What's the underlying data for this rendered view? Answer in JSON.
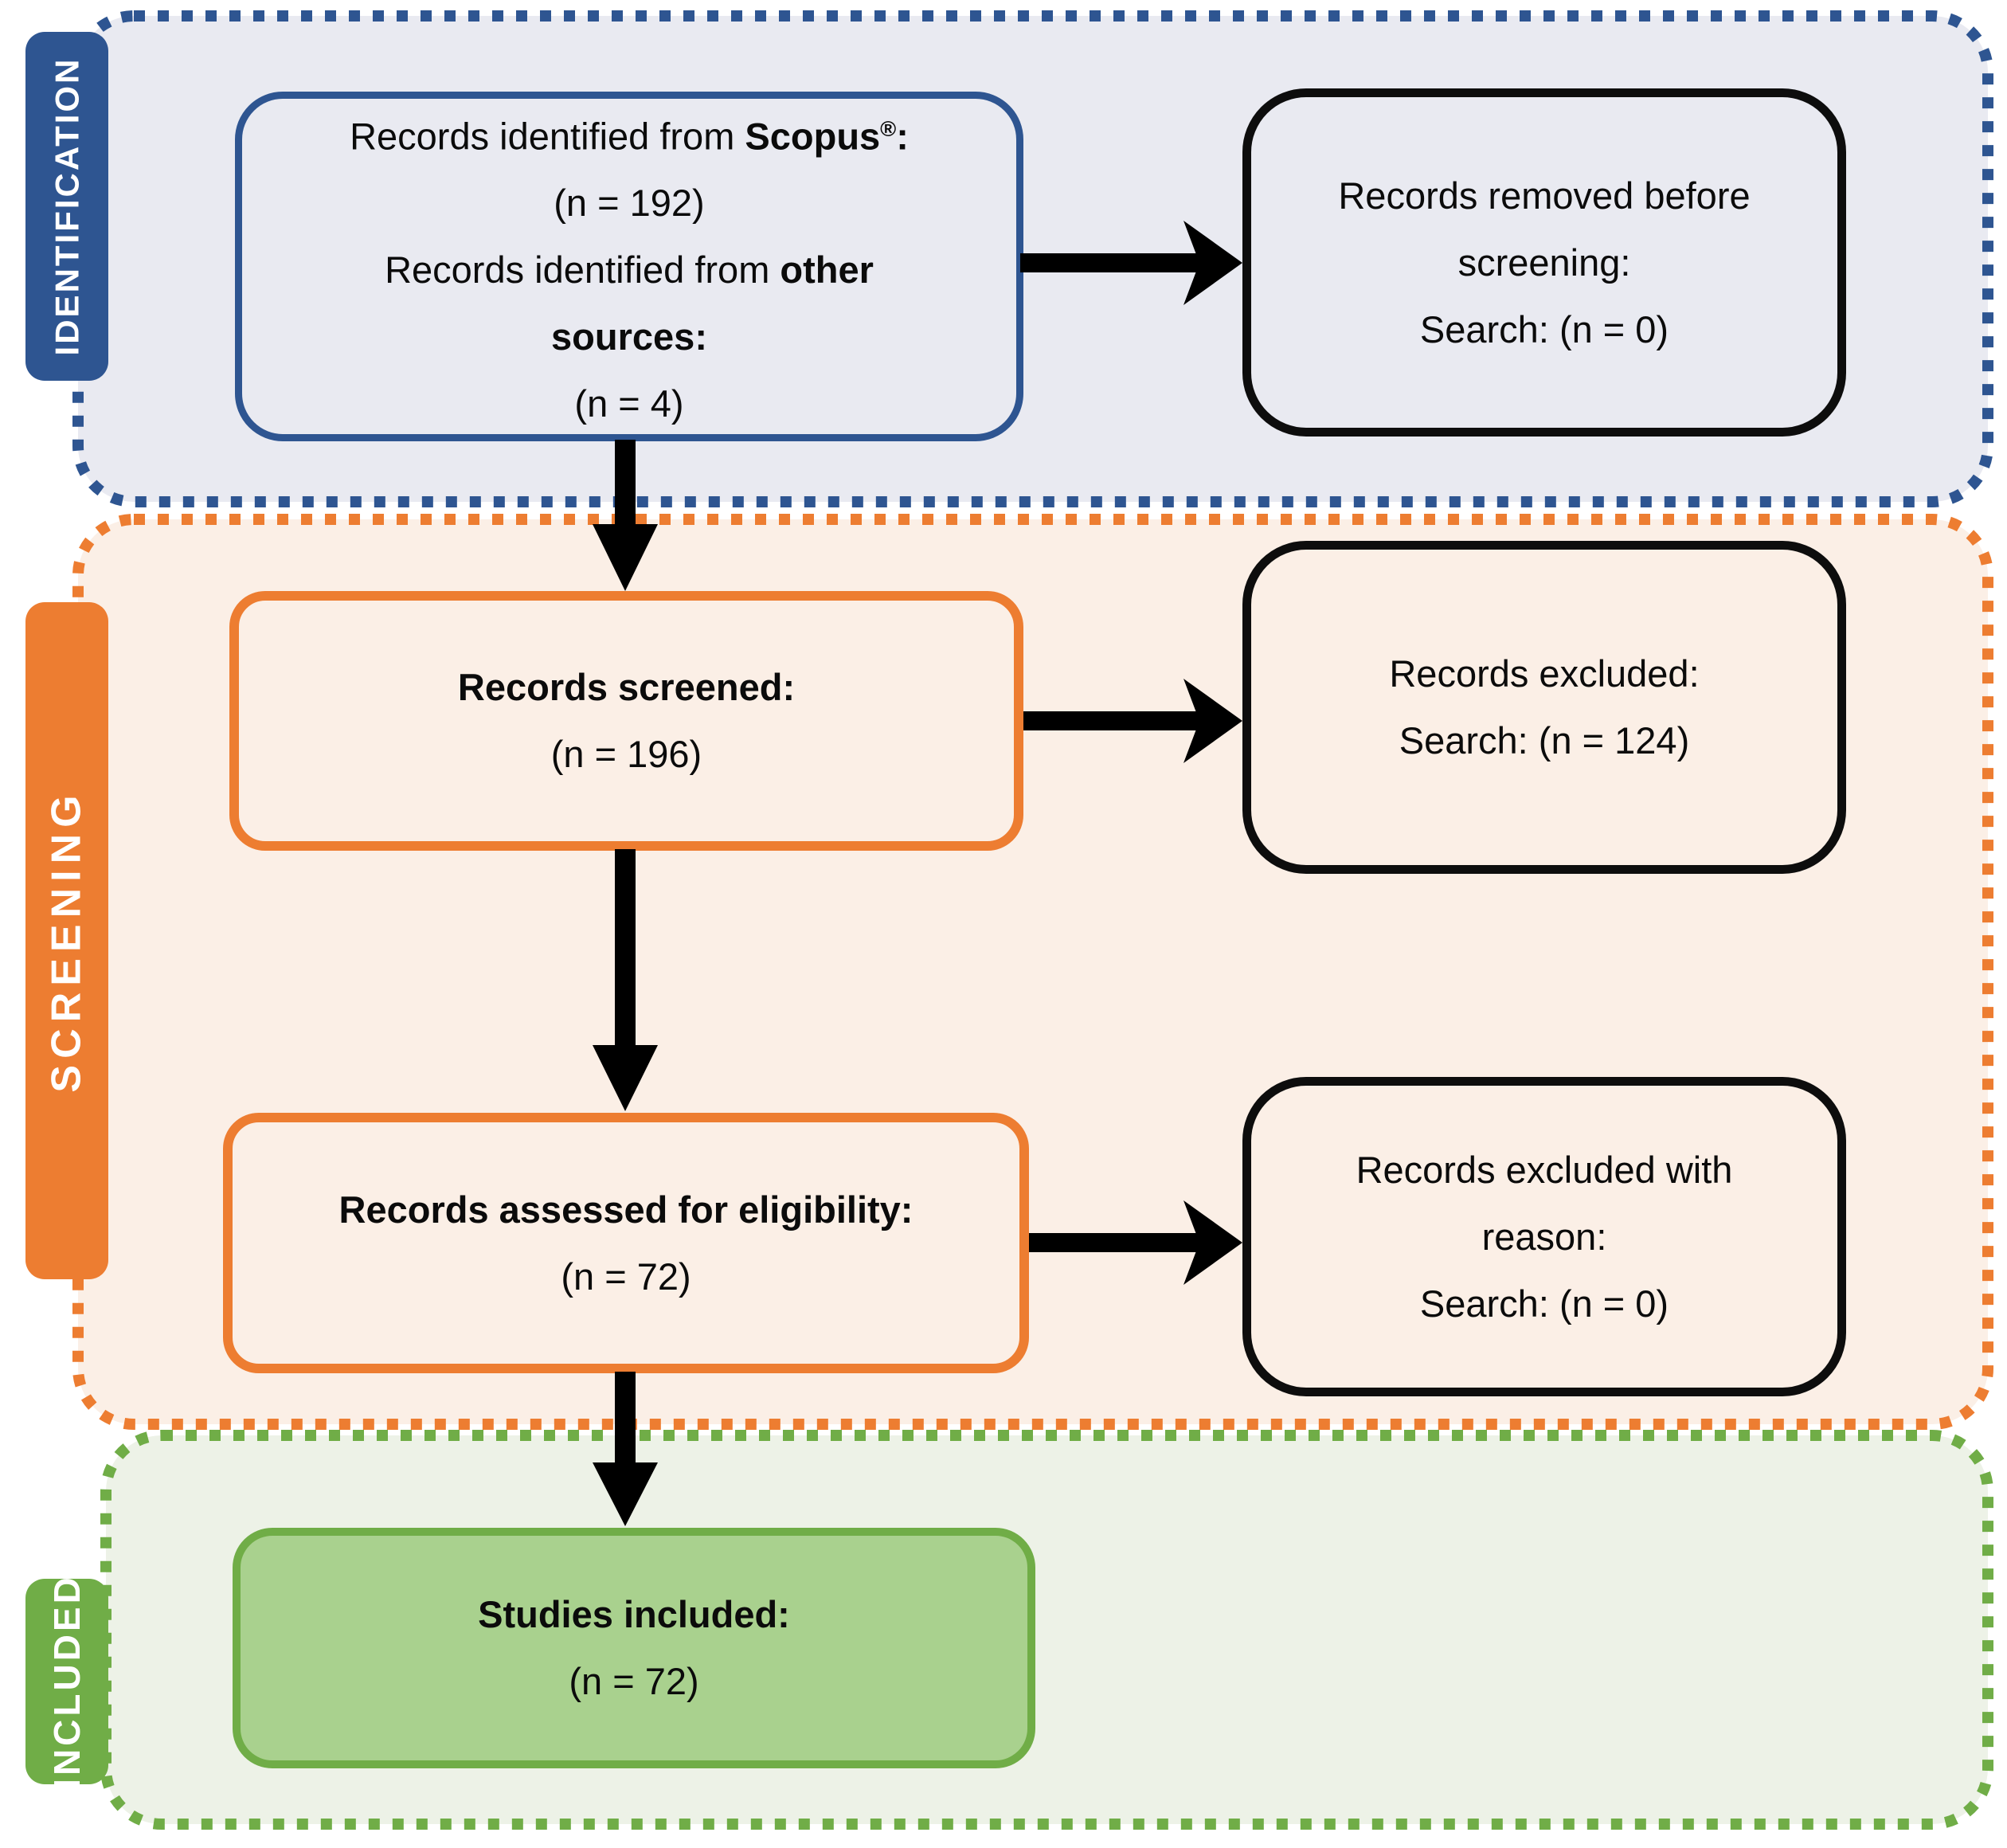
{
  "title": "PRISMA study selection flow diagram",
  "colors": {
    "blue": "#2E5591",
    "blue_bg": "#E9EAF1",
    "orange": "#ED7D31",
    "orange_bg": "#FBEFE6",
    "green": "#70AD47",
    "green_bg": "#EDF2E7",
    "green_fill": "#A9D18E",
    "ink": "#0D0D0D",
    "text": "#0B0B0B",
    "arrow": "#000000",
    "tab_text": "#FFFFFF"
  },
  "tabs": {
    "identification": "IDENTIFICATION",
    "screening": "SCREENING",
    "included": "INCLUDED"
  },
  "boxes": {
    "identified": {
      "l1_pre": "Records identified from ",
      "l1_bold": "Scopus",
      "l1_reg_mark": "®",
      "l1_post": ":",
      "l2": "(n = 192)",
      "l3_pre": "Records identified from ",
      "l3_bold": "other",
      "l4_bold": "sources",
      "l4_post": ":",
      "l5": "(n = 4)"
    },
    "removed": {
      "l1": "Records removed before",
      "l2": "screening:",
      "l3": "Search: (n = 0)"
    },
    "screened": {
      "title": "Records screened:",
      "value": "(n = 196)"
    },
    "excluded": {
      "l1": "Records excluded:",
      "l2": "Search: (n = 124)"
    },
    "assessed": {
      "title": "Records assessed for eligibility:",
      "value": "(n = 72)"
    },
    "excluded_reason": {
      "l1": "Records excluded with",
      "l2": "reason:",
      "l3": "Search: (n = 0)"
    },
    "included": {
      "title": "Studies included:",
      "value": "(n = 72)"
    }
  }
}
